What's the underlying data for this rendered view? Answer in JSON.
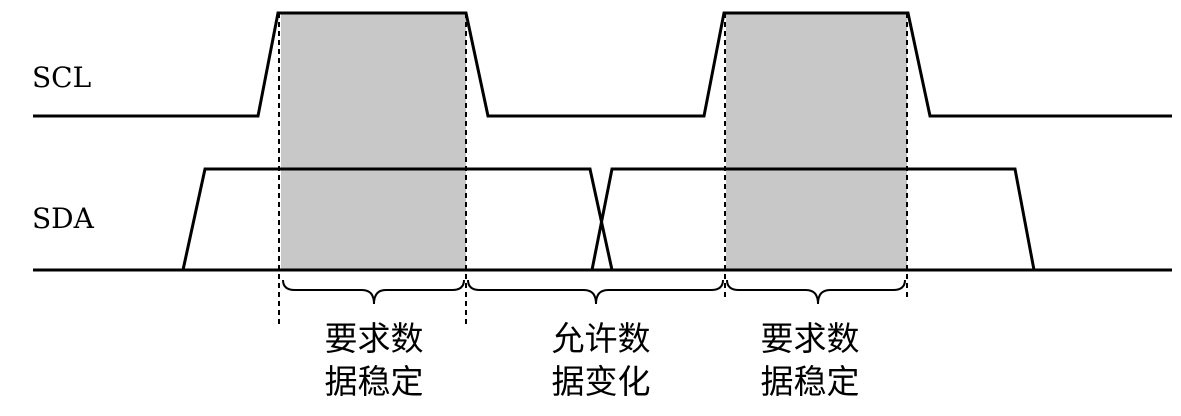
{
  "signals": {
    "scl": "SCL",
    "sda": "SDA"
  },
  "annotations": [
    {
      "line1": "要求数",
      "line2": "据稳定"
    },
    {
      "line1": "允许数",
      "line2": "据变化"
    },
    {
      "line1": "要求数",
      "line2": "据稳定"
    }
  ]
}
